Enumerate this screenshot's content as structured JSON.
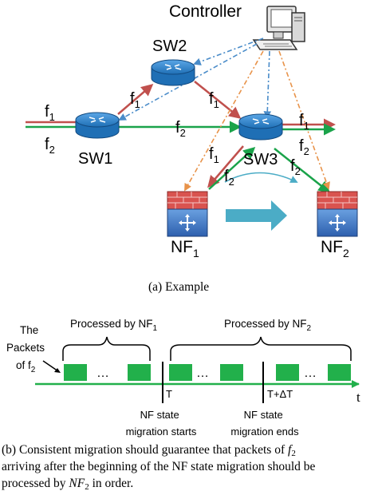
{
  "figure_a": {
    "controller_label": "Controller",
    "switches": {
      "sw1": "SW1",
      "sw2": "SW2",
      "sw3": "SW3"
    },
    "nfs": {
      "nf1_base": "NF",
      "nf1_sub": "1",
      "nf2_base": "NF",
      "nf2_sub": "2"
    },
    "flow_label_base": "f",
    "flow1_sub": "1",
    "flow2_sub": "2",
    "caption": "(a) Example",
    "colors": {
      "flow1": "#c0504d",
      "flow2": "#1aa34a",
      "control_blue": "#4a8cc9",
      "control_orange": "#e8934a",
      "migration_arrow": "#4bacc6",
      "switch_body": "#1f6fb5",
      "firewall_red": "#d9534f",
      "nf_box": "#3a74c4"
    }
  },
  "figure_b": {
    "packets_label_line1": "The",
    "packets_label_line2": "Packets",
    "packets_label_line3": "of f",
    "packets_label_sub": "2",
    "processed_nf1_prefix": "Processed by NF",
    "processed_nf1_sub": "1",
    "processed_nf2_prefix": "Processed by NF",
    "processed_nf2_sub": "2",
    "ellipsis": "…",
    "tick_t": "T",
    "tick_t_dt": "T+ΔT",
    "axis_label": "t",
    "note_start_line1": "NF state",
    "note_start_line2": "migration starts",
    "note_end_line1": "NF state",
    "note_end_line2": "migration ends",
    "caption_line1_a": "(b) Consistent migration should guarantee that packets of ",
    "caption_line1_math": "f",
    "caption_line1_sub": "2",
    "caption_line2": "arriving after the beginning of the NF state migration should be",
    "caption_line3_a": "processed by ",
    "caption_line3_math": "NF",
    "caption_line3_sub": "2",
    "caption_line3_b": " in order.",
    "colors": {
      "packet": "#22b04b",
      "timeline": "#22b04b"
    }
  }
}
